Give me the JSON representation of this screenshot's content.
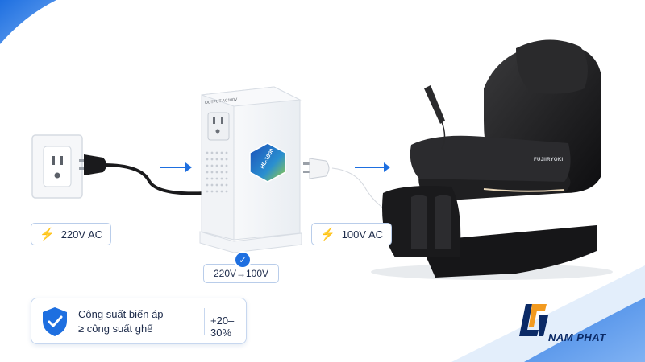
{
  "labels": {
    "input_voltage": "220V AC",
    "output_voltage": "100V AC",
    "conversion": "220V→100V"
  },
  "device": {
    "top_caption": "OUTPUT AC100V",
    "badge_text": "HL-1000",
    "chair_brand": "FUJIIRYOKI"
  },
  "info_card": {
    "line1": "Công suất biến áp",
    "line2": "≥ công suất ghế",
    "range": "+20–30%"
  },
  "brand": {
    "name": "NAM PHAT"
  },
  "colors": {
    "accent": "#1e6fe0",
    "border": "#b9cdea",
    "text": "#1d2b4a",
    "logo_navy": "#0b2a66",
    "logo_orange": "#f29a1f"
  },
  "icons": {
    "voltage": "lightning-bolt-icon",
    "check": "check-icon",
    "shield": "shield-check-icon",
    "arrow": "arrow-right-icon"
  }
}
